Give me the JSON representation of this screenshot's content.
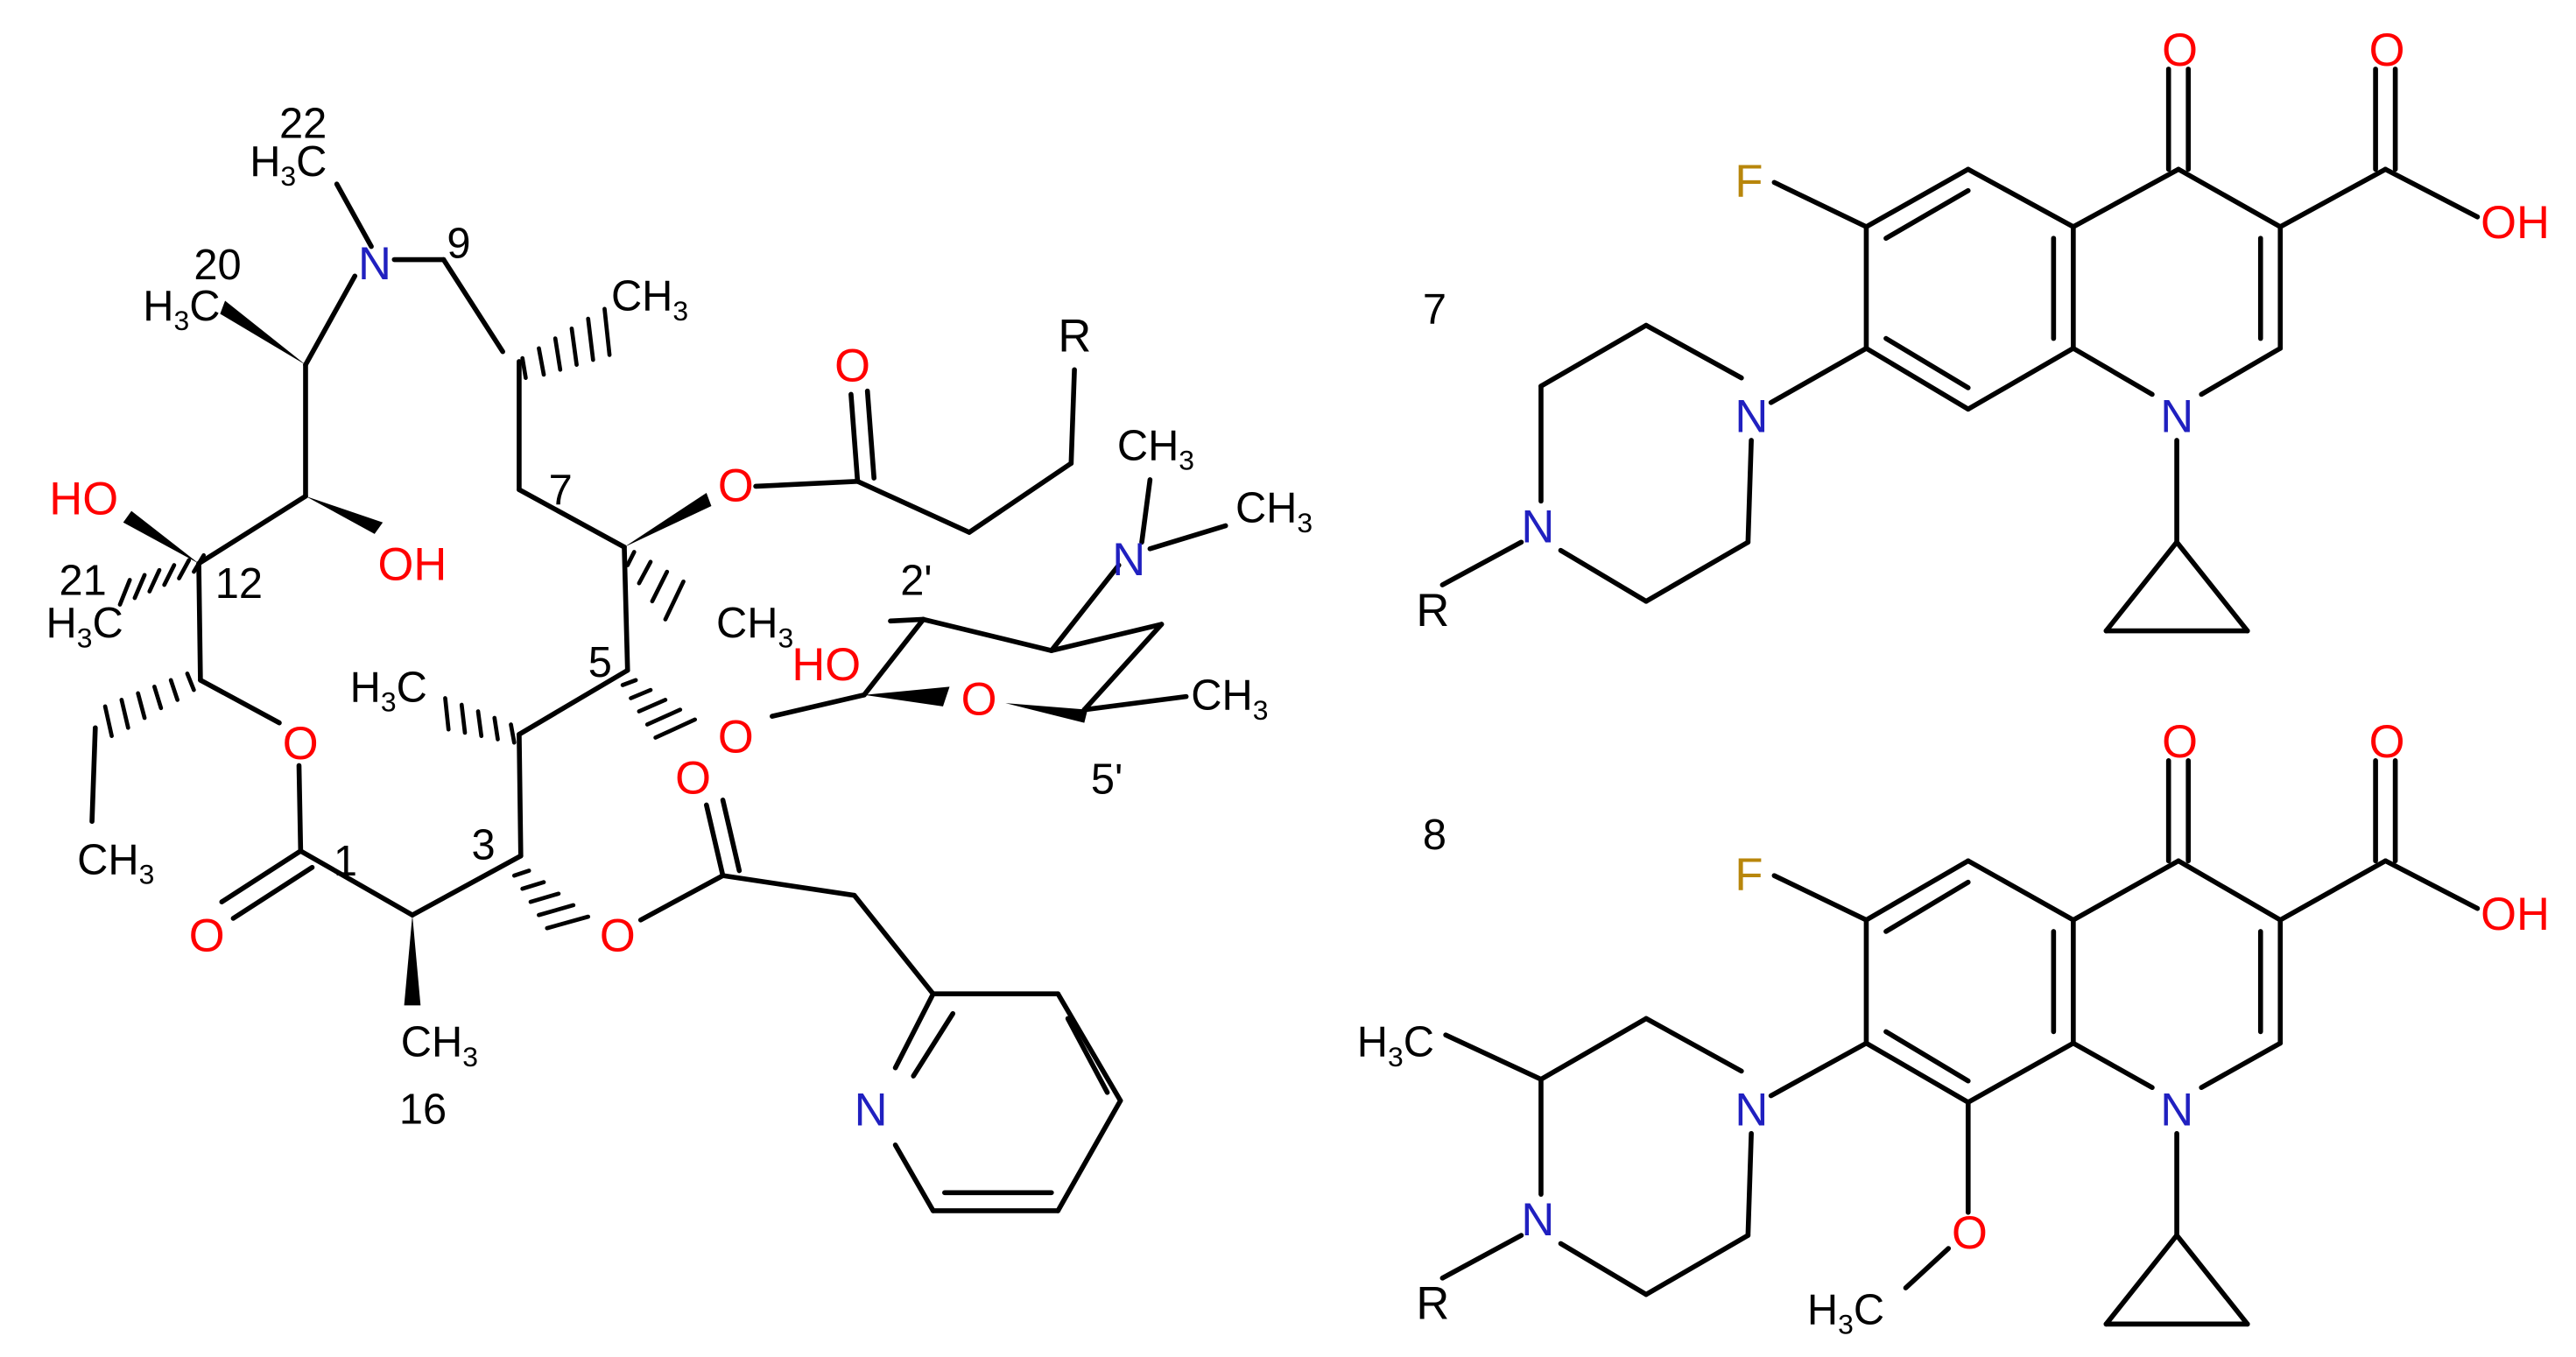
{
  "colors": {
    "carbon": "#000000",
    "oxygen": "#ff0000",
    "nitrogen": "#2020c0",
    "fluorine": "#b8860b"
  },
  "macrolide": {
    "name": "macrolide-structure",
    "atoms": {
      "o_hydroxyl_12": "HO",
      "o_hydroxyl_11": "OH",
      "o_hydroxyl_2p": "HO",
      "o_ring_lactone": "O",
      "o_carbonyl_1": "O",
      "o_ester_3": "O",
      "o_carbonyl_3": "O",
      "o_ester_6": "O",
      "o_carbonyl_6": "O",
      "o_glycoside": "O",
      "o_sugar_ring": "O",
      "n_ring": "N",
      "n_sugar": "N",
      "n_pyridine": "N",
      "r_group": "R"
    },
    "methyls": {
      "me22": "CH3",
      "me20": "CH3",
      "me21": "CH3",
      "me8": "CH3",
      "me6": "CH3",
      "me4": "CH3",
      "me16": "CH3",
      "ethyl": "CH3",
      "nme_a": "CH3",
      "nme_b": "CH3",
      "sugar_me": "CH3"
    },
    "locants": {
      "n1": "1",
      "n3": "3",
      "n5": "5",
      "n7": "7",
      "n9": "9",
      "n12": "12",
      "n16": "16",
      "n20": "20",
      "n21": "21",
      "n22": "22",
      "n2p": "2'",
      "n5p": "5'"
    }
  },
  "compound7": {
    "label": "7",
    "atoms": {
      "f": "F",
      "o_keto": "O",
      "o_acid_c": "O",
      "o_acid_h": "OH",
      "n_quin": "N",
      "n_pip_a": "N",
      "n_pip_b": "N",
      "r_group": "R"
    }
  },
  "compound8": {
    "label": "8",
    "atoms": {
      "f": "F",
      "o_keto": "O",
      "o_acid_c": "O",
      "o_acid_h": "OH",
      "n_quin": "N",
      "n_pip_a": "N",
      "n_pip_b": "N",
      "o_methoxy": "O",
      "me_methoxy": "CH3",
      "me_pip": "CH3",
      "r_group": "R"
    }
  }
}
